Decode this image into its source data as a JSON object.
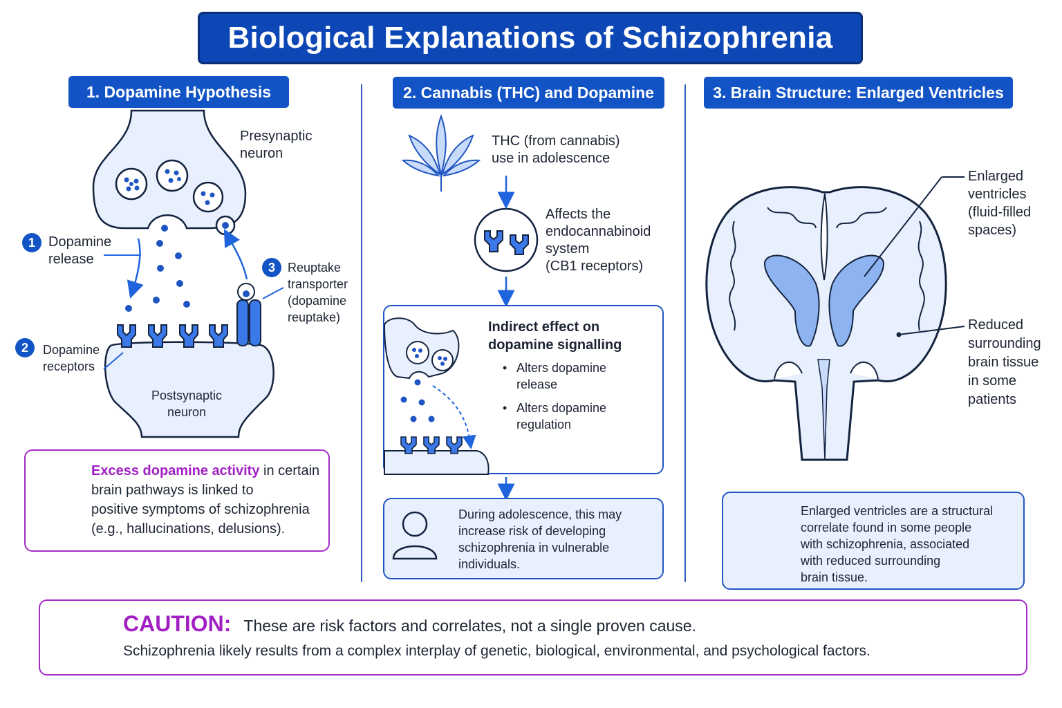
{
  "title": "Biological Explanations of Schizophrenia",
  "sections": {
    "s1": {
      "heading": "1. Dopamine Hypothesis",
      "presynaptic": [
        "Presynaptic",
        "neuron"
      ],
      "postsynaptic": [
        "Postsynaptic",
        "neuron"
      ],
      "step1_num": "1",
      "step1": [
        "Dopamine",
        "release"
      ],
      "step2_num": "2",
      "step2": [
        "Dopamine",
        "receptors"
      ],
      "step3_num": "3",
      "step3": [
        "Reuptake",
        "transporter",
        "(dopamine",
        "reuptake)"
      ],
      "note_highlight": "Excess dopamine activity",
      "note_rest_1": " in certain",
      "note_rest_2": "brain pathways is linked to",
      "note_rest_3": "positive symptoms of schizophrenia",
      "note_rest_4": "(e.g., hallucinations, delusions)."
    },
    "s2": {
      "heading": "2. Cannabis (THC) and Dopamine",
      "thc": [
        "THC (from cannabis)",
        "use in adolescence"
      ],
      "affects": [
        "Affects the",
        "endocannabinoid",
        "system",
        "(CB1 receptors)"
      ],
      "indirect_title": [
        "Indirect effect on",
        "dopamine signalling"
      ],
      "bullet1": [
        "Alters dopamine",
        "release"
      ],
      "bullet2": [
        "Alters dopamine",
        "regulation"
      ],
      "risk": [
        "During adolescence, this may",
        "increase risk of developing",
        "schizophrenia in vulnerable",
        "individuals."
      ]
    },
    "s3": {
      "heading": "3. Brain Structure: Enlarged Ventricles",
      "ventricles": [
        "Enlarged",
        "ventricles",
        "(fluid-filled",
        "spaces)"
      ],
      "tissue": [
        "Reduced",
        "surrounding",
        "brain tissue",
        "in some",
        "patients"
      ],
      "summary": [
        "Enlarged ventricles are a structural",
        "correlate found in some people",
        "with schizophrenia, associated",
        "with reduced surrounding",
        "brain tissue."
      ]
    }
  },
  "caution": {
    "label": "CAUTION:",
    "line1": "These are risk factors and correlates, not a single proven cause.",
    "line2": "Schizophrenia likely results from a complex interplay of genetic, biological, environmental, and psychological factors."
  },
  "colors": {
    "primary": "#1254c5",
    "light_fill": "#e8f0fd",
    "accent_purple": "#a21fc4"
  }
}
